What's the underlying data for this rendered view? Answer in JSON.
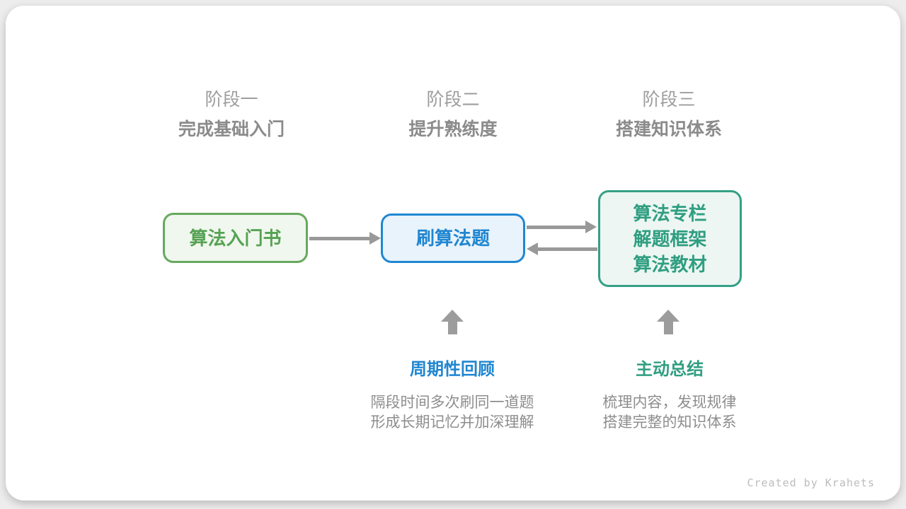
{
  "stages": [
    {
      "label": "阶段一",
      "subtitle": "完成基础入门"
    },
    {
      "label": "阶段二",
      "subtitle": "提升熟练度"
    },
    {
      "label": "阶段三",
      "subtitle": "搭建知识体系"
    }
  ],
  "nodes": {
    "intro_book": {
      "label": "算法入门书"
    },
    "practice": {
      "label": "刷算法题"
    },
    "advanced": {
      "lines": [
        "算法专栏",
        "解题框架",
        "算法教材"
      ]
    }
  },
  "annotations": {
    "review": {
      "title": "周期性回顾",
      "lines": [
        "隔段时间多次刷同一道题",
        "形成长期记忆并加深理解"
      ]
    },
    "summary": {
      "title": "主动总结",
      "lines": [
        "梳理内容，发现规律",
        "搭建完整的知识体系"
      ]
    }
  },
  "credit": "Created by Krahets",
  "colors": {
    "green_border": "#66a95e",
    "green_text": "#55a253",
    "green_fill": "#f0f7ee",
    "blue_border": "#1f87d2",
    "blue_text": "#1f86d1",
    "blue_fill": "#e9f3fb",
    "teal_border": "#35a086",
    "teal_text": "#2f9e81",
    "teal_fill": "#edf6f2",
    "arrow_gray": "#999999",
    "label_gray": "#9d9d9d",
    "subtitle_gray": "#8b8b8b",
    "desc_gray": "#8d8d8d",
    "credit_gray": "#bcbcbc"
  }
}
